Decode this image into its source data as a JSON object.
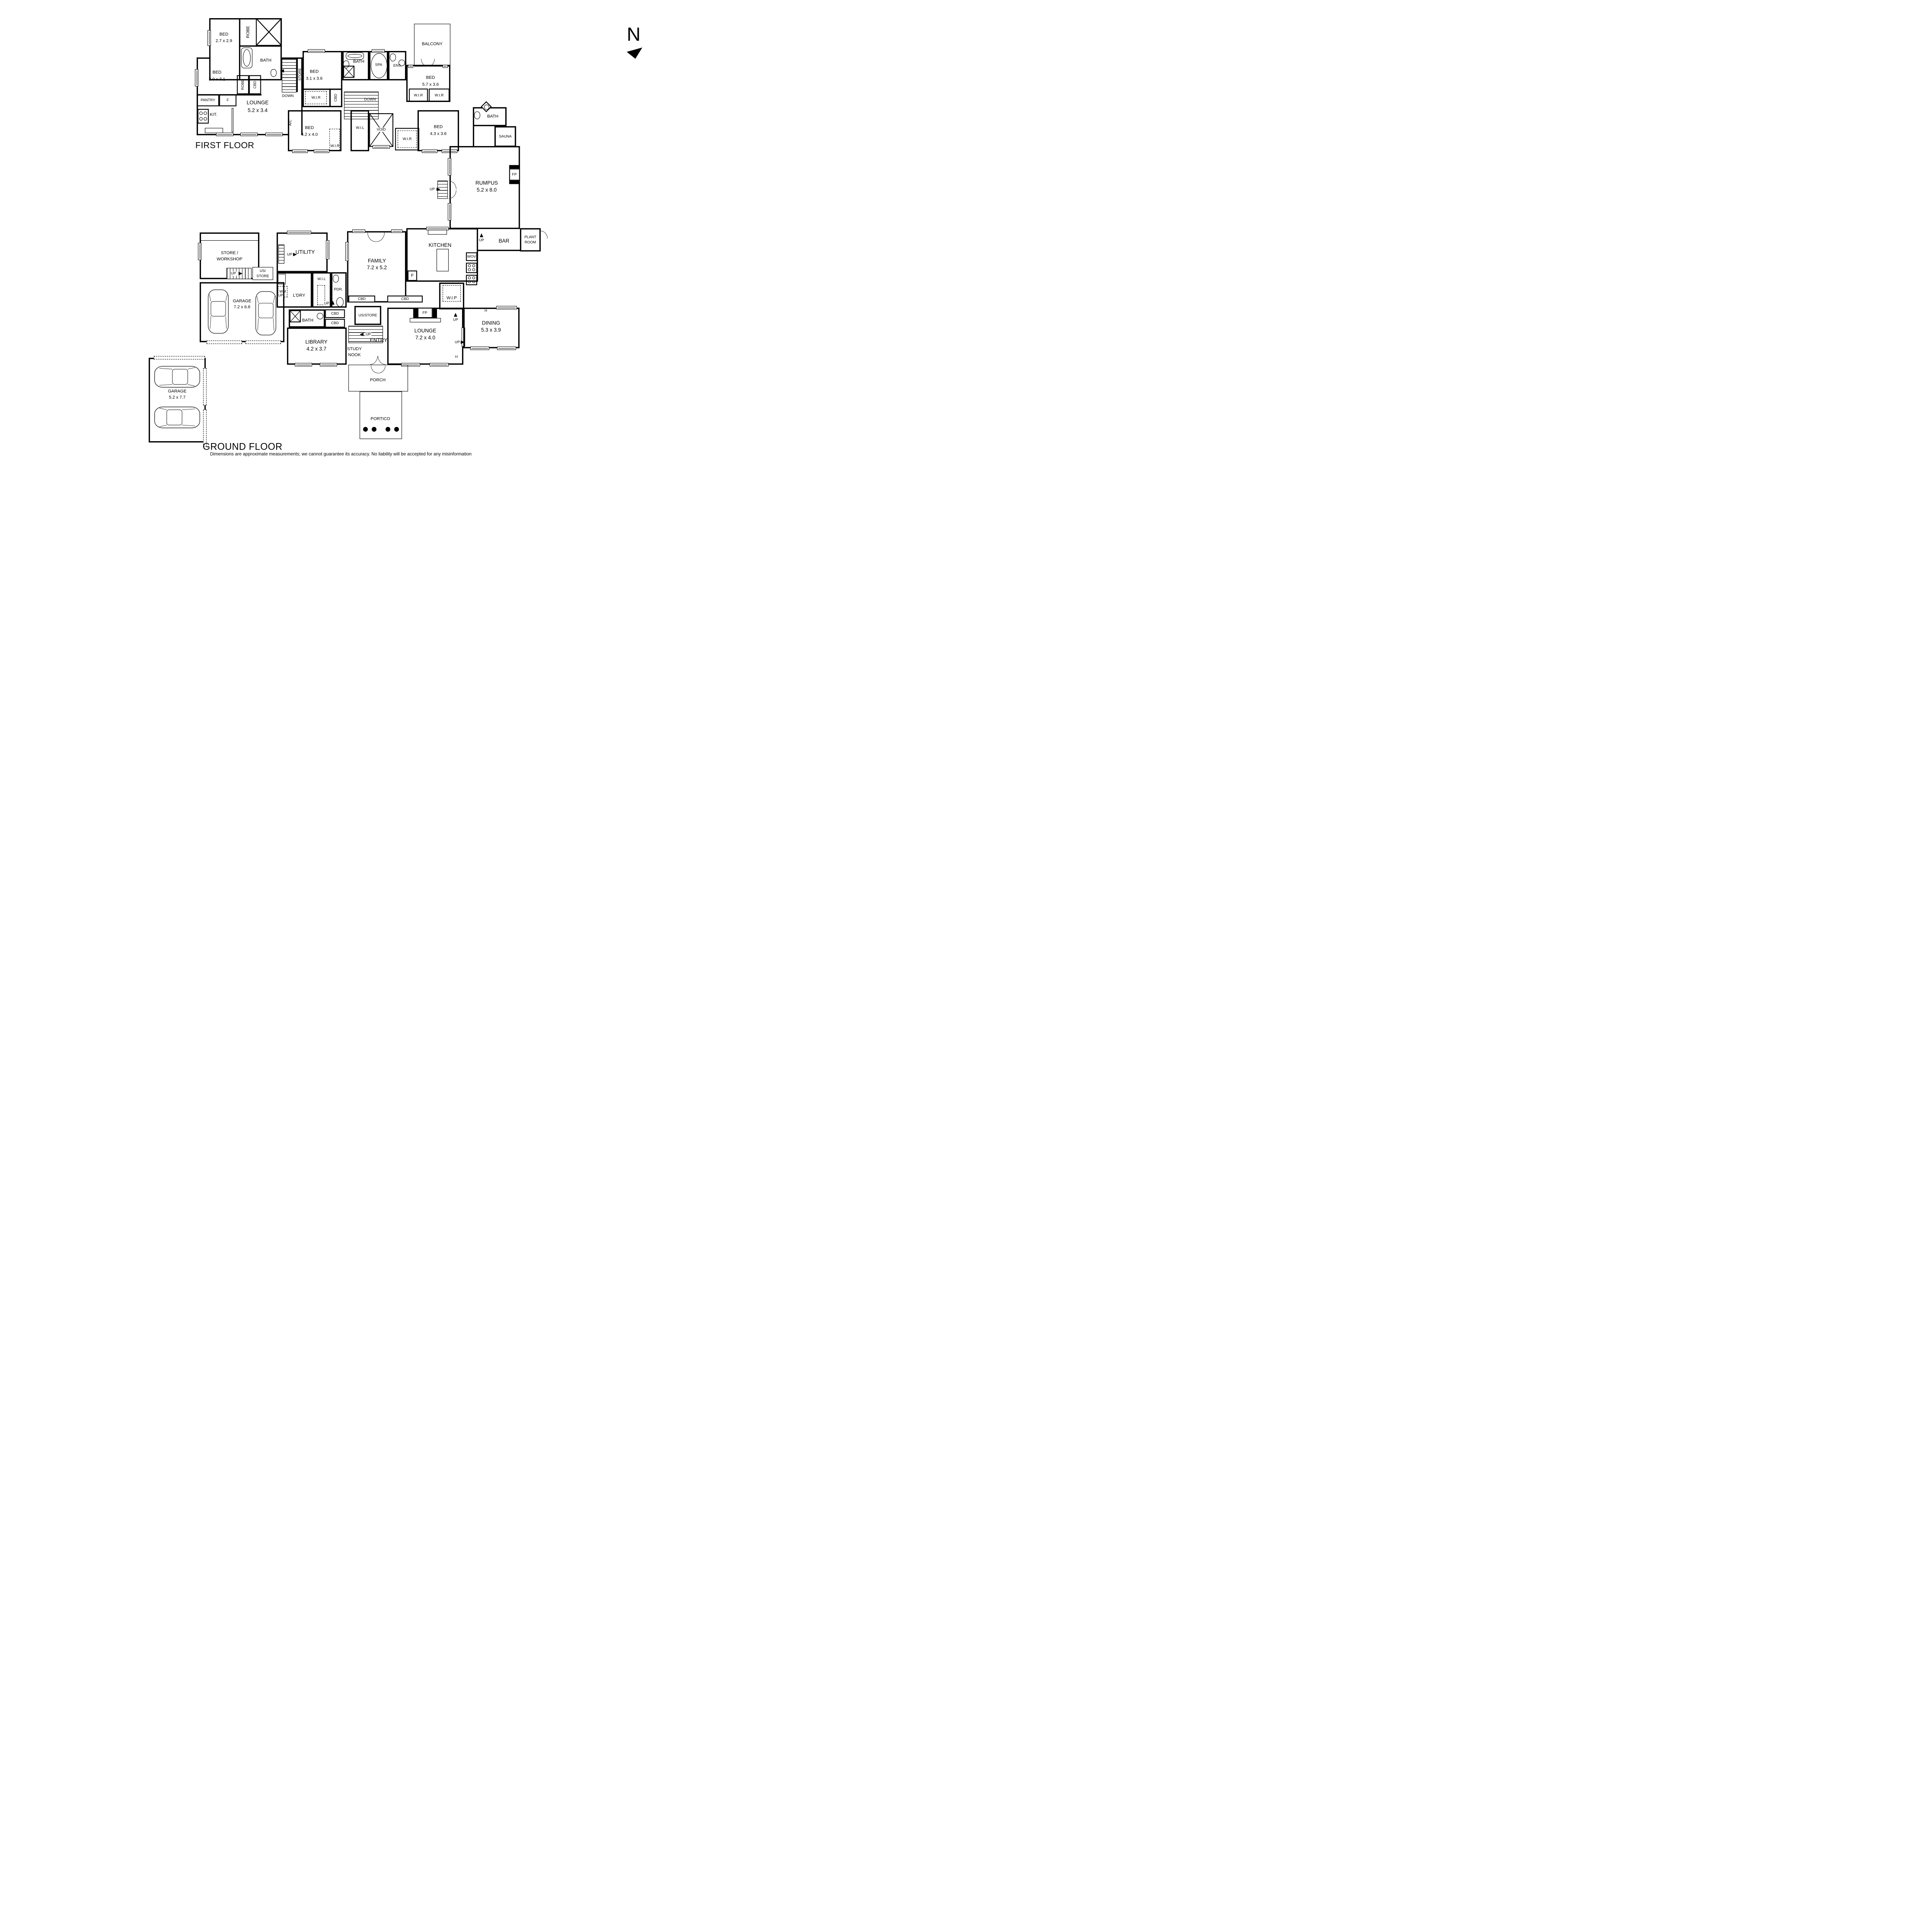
{
  "north": "N",
  "ff": {
    "title": "FIRST FLOOR",
    "down": "DOWN",
    "bed1_name": "BED",
    "bed1_dim": "2.7 x 2.9",
    "robe1": "ROBE",
    "bath1": "BATH",
    "bed2_name": "BED",
    "bed2_dim": "3.0 x 3.1",
    "robe2": "ROBE",
    "cbd1": "CBD",
    "pantry": "PANTRY",
    "f1": "F",
    "kit": "KIT.",
    "lounge_name": "LOUNGE",
    "lounge_dim": "5.2 x 3.4",
    "ac": "A/C",
    "store": "STORE",
    "bed3_name": "BED",
    "bed3_dim": "3.1 x 3.6",
    "wir1": "W.I.R",
    "cbd2": "CBD",
    "bath2": "BATH",
    "spa": "SPA",
    "ens": "ENS.",
    "bed4_name": "BED",
    "bed4_dim": "5.7 x 3.6",
    "balcony": "BALCONY",
    "wir2": "W.I.R",
    "wir3": "W.I.R",
    "bed5_name": "BED",
    "bed5_dim": "4.2 x 4.0",
    "wir4": "W.I.R",
    "wil": "W.I.L",
    "void": "VOID",
    "wir5": "W.I.R",
    "bed6_name": "BED",
    "bed6_dim": "4.3 x 3.6",
    "bath3": "BATH",
    "sauna": "SAUNA"
  },
  "gf": {
    "title": "GROUND FLOOR",
    "up": "UP",
    "rumpus_name": "RUMPUS",
    "rumpus_dim": "5.2 x 8.0",
    "fp1": "FP",
    "plant1": "PLANT",
    "plant2": "ROOM",
    "bar": "BAR",
    "kitchen": "KITCHEN",
    "wov": "WOV",
    "f2": "F",
    "family_name": "FAMILY",
    "family_dim": "7.2 x 5.2",
    "cbd3": "CBD",
    "cbd4": "CBD",
    "wip": "W.I.P",
    "store_workshop1": "STORE /",
    "store_workshop2": "WORKSHOP",
    "utility": "UTILITY",
    "us_store1a": "US/",
    "us_store1b": "STORE",
    "ldry": "L'DRY",
    "wm": "WM",
    "wil2": "W.I.L",
    "pdr": "PDR.",
    "garage1_name": "GARAGE",
    "garage1_dim": "7.2 x 6.6",
    "bath4": "BATH",
    "cbd5": "CBD",
    "cbd6": "CBD",
    "us_store2": "US/STORE",
    "library_name": "LIBRARY",
    "library_dim": "4.2 x 3.7",
    "study1": "STUDY",
    "study2": "NOOK",
    "entry": "ENTRY",
    "lounge2_name": "LOUNGE",
    "lounge2_dim": "7.2 x 4.0",
    "fp2": "FP",
    "h1": "H",
    "h2": "H",
    "dining_name": "DINING",
    "dining_dim": "5.3 x 3.9",
    "porch": "PORCH",
    "portico": "PORTICO",
    "garage2_name": "GARAGE",
    "garage2_dim": "5.2 x 7.7"
  },
  "disclaimer": "Dimensions are approximate measurements; we cannot guarantee its accuracy. No liability will be accepted for any misinformation"
}
